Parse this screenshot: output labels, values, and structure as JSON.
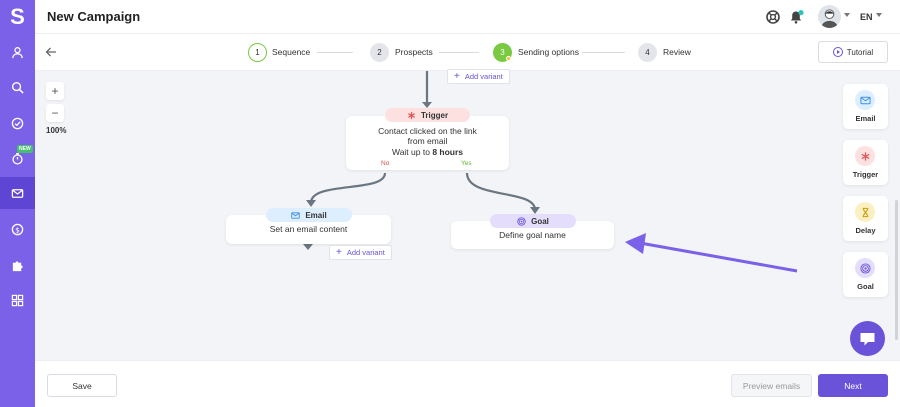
{
  "app": {
    "logo_letter": "S",
    "title": "New Campaign",
    "language": "EN",
    "new_badge": "NEW"
  },
  "sidebar": {
    "items": [
      {
        "icon": "user-icon"
      },
      {
        "icon": "search-icon"
      },
      {
        "icon": "check-circle-icon"
      },
      {
        "icon": "stopwatch-icon",
        "badge": "NEW"
      },
      {
        "icon": "mail-icon",
        "active": true
      },
      {
        "icon": "dollar-icon"
      },
      {
        "icon": "puzzle-icon"
      },
      {
        "icon": "grid-icon"
      }
    ]
  },
  "steps": [
    {
      "number": "1",
      "label": "Sequence",
      "state": "done"
    },
    {
      "number": "2",
      "label": "Prospects",
      "state": "todo"
    },
    {
      "number": "3",
      "label": "Sending options",
      "state": "current"
    },
    {
      "number": "4",
      "label": "Review",
      "state": "todo"
    }
  ],
  "tutorial_label": "Tutorial",
  "zoom": {
    "plus": "+",
    "minus": "−",
    "level": "100%"
  },
  "flow": {
    "add_variant_label": "Add variant",
    "trigger": {
      "title": "Trigger",
      "line1": "Contact clicked on the link",
      "line2": "from email",
      "wait_prefix": "Wait up to ",
      "wait_value": "8 hours",
      "no_label": "No",
      "yes_label": "Yes"
    },
    "email": {
      "title": "Email",
      "body": "Set an email content"
    },
    "goal": {
      "title": "Goal",
      "body": "Define goal name"
    }
  },
  "palette": [
    {
      "label": "Email",
      "icon": "mail-icon"
    },
    {
      "label": "Trigger",
      "icon": "asterisk-icon"
    },
    {
      "label": "Delay",
      "icon": "hourglass-icon"
    },
    {
      "label": "Goal",
      "icon": "target-icon"
    }
  ],
  "footer": {
    "save_label": "Save",
    "preview_label": "Preview emails",
    "next_label": "Next"
  },
  "colors": {
    "accent": "#6a52d9",
    "sidebar": "#7b61e8",
    "success": "#7ac943",
    "trigger_pill": "#fde1e1",
    "email_pill": "#dceeff",
    "goal_pill": "#e4defc"
  }
}
